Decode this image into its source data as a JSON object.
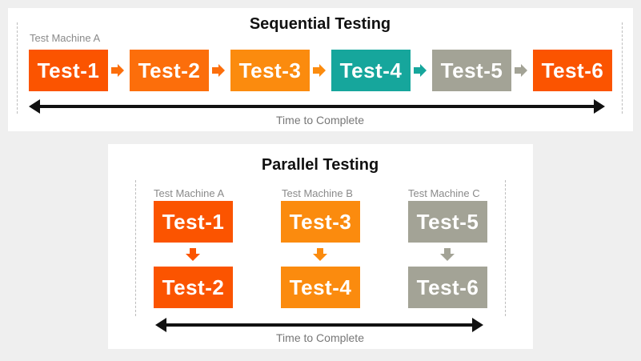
{
  "sequential": {
    "title": "Sequential Testing",
    "machine_label": "Test Machine A",
    "tests": [
      {
        "label": "Test-1",
        "color": "#fb5400"
      },
      {
        "label": "Test-2",
        "color": "#fc6e0b"
      },
      {
        "label": "Test-3",
        "color": "#fb8b0e"
      },
      {
        "label": "Test-4",
        "color": "#16a69c"
      },
      {
        "label": "Test-5",
        "color": "#a3a396"
      },
      {
        "label": "Test-6",
        "color": "#fb5400"
      }
    ],
    "time_label": "Time to Complete"
  },
  "parallel": {
    "title": "Parallel Testing",
    "machines": [
      {
        "label": "Test Machine A",
        "tests": [
          "Test-1",
          "Test-2"
        ],
        "color": "#fb5400"
      },
      {
        "label": "Test Machine B",
        "tests": [
          "Test-3",
          "Test-4"
        ],
        "color": "#fb8b0e"
      },
      {
        "label": "Test Machine C",
        "tests": [
          "Test-5",
          "Test-6"
        ],
        "color": "#a3a396"
      }
    ],
    "time_label": "Time to Complete"
  }
}
